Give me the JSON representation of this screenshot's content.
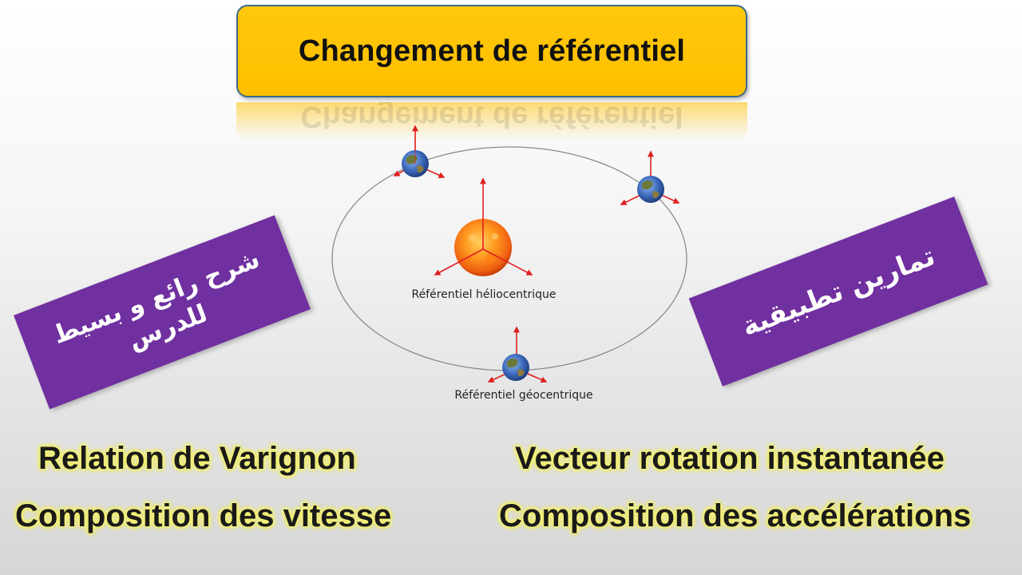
{
  "title": "Changement de référentiel",
  "diagram": {
    "sun_label": "Référentiel héliocentrique",
    "earth_label": "Référentiel géocentrique",
    "colors": {
      "orbit": "#8a8a8a",
      "axis": "#e02020",
      "sun": "#ff8a1a",
      "earth_ocean": "#3a66b8",
      "earth_land": "#6b7a3a"
    }
  },
  "banners": {
    "left_line1": "شرح رائع و بسيط",
    "left_line2": "للدرس",
    "right": "تمارين تطبيقية"
  },
  "topics": {
    "left": [
      "Relation de Varignon",
      "Composition des vitesse"
    ],
    "right": [
      "Vecteur rotation instantanée",
      "Composition des accélérations"
    ]
  }
}
